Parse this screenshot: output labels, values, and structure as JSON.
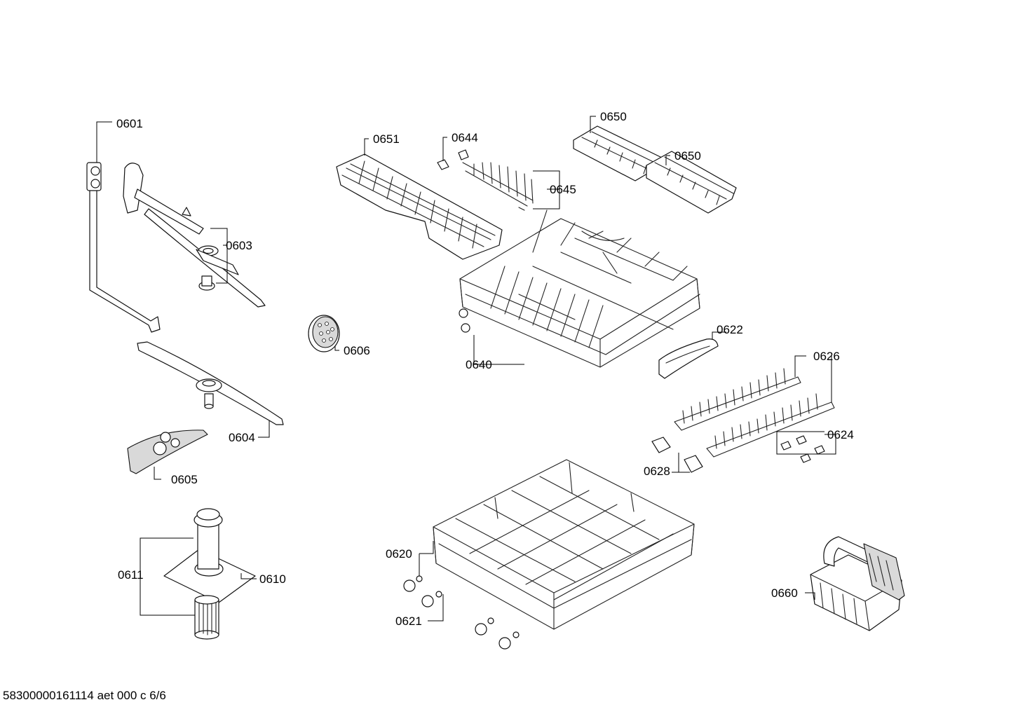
{
  "labels": {
    "p0601": "0601",
    "p0603": "0603",
    "p0604": "0604",
    "p0605": "0605",
    "p0606": "0606",
    "p0610": "0610",
    "p0611": "0611",
    "p0620": "0620",
    "p0621": "0621",
    "p0622": "0622",
    "p0624": "0624",
    "p0626": "0626",
    "p0628": "0628",
    "p0640": "0640",
    "p0644": "0644",
    "p0645": "0645",
    "p0650a": "0650",
    "p0650b": "0650",
    "p0651": "0651",
    "p0660": "0660"
  },
  "footer": "58300000161114 aet 000 c 6/6"
}
